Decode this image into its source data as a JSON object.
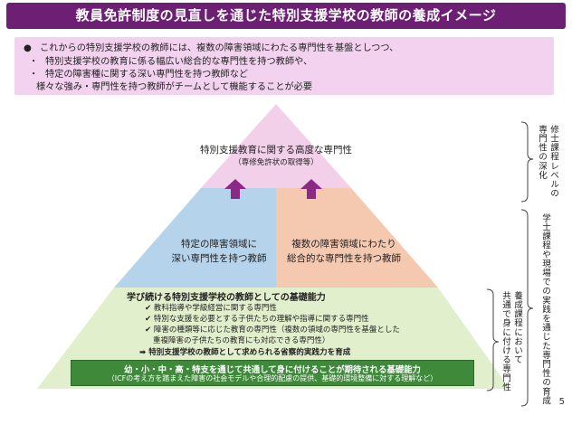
{
  "title": "教員免許制度の見直しを通じた特別支援学校の教師の養成イメージ",
  "note": {
    "line1": "これからの特別支援学校の教師には、複数の障害領域にわたる専門性を基盤としつつ、",
    "line2": "特別支援学校の教育に係る幅広い総合的な専門性を持つ教師や、",
    "line3": "特定の障害種に関する深い専門性を持つ教師など",
    "line4": "様々な強み・専門性を持つ教師がチームとして機能することが必要"
  },
  "pyramid": {
    "top_line1": "特別支援教育に関する高度な専門性",
    "top_line2": "（専修免許状の取得等）",
    "left_line1": "特定の障害領域に",
    "left_line2": "深い専門性を持つ教師",
    "right_line1": "複数の障害領域にわたり",
    "right_line2": "総合的な専門性を持つ教師",
    "base_heading": "学び続ける特別支援学校の教師としての基礎能力",
    "base_items": [
      "教科指導や学級経営に関する専門性",
      "特別な支援を必要とする子供たちの理解や指導に関する専門性",
      "障害の種類等に応じた教育の専門性（複数の領域の専門性を基盤とした",
      "重複障害の子供たちの教育にも対応できる専門性）"
    ],
    "arrow_text": "特別支援学校の教師として求められる省察的実践力を育成",
    "foundation_line1": "幼・小・中・高・特支を通じて共通して身に付けることが期待される基礎能力",
    "foundation_line2": "（ICFの考え方を踏まえた障害の社会モデルや合理的配慮の提供、基礎的環境整備に対する理解など）"
  },
  "side_labels": {
    "master": "修士課程レベルの\n専門性の深化",
    "undergrad": "学士課程や現場での実践を通じた専門性の育成",
    "common": "養成課程において\n共通で身に付ける専門性"
  },
  "page_number": "5",
  "colors": {
    "title_bg": "#6d1f73",
    "note_bg": "#f2d2ee",
    "tri_top": "#f2d0ea",
    "tri_left": "#b5d3ea",
    "tri_right": "#f5c9b0",
    "base_band": "#e2efcc",
    "foundation": "#3f8a3a",
    "arrow": "#8b2a86"
  }
}
